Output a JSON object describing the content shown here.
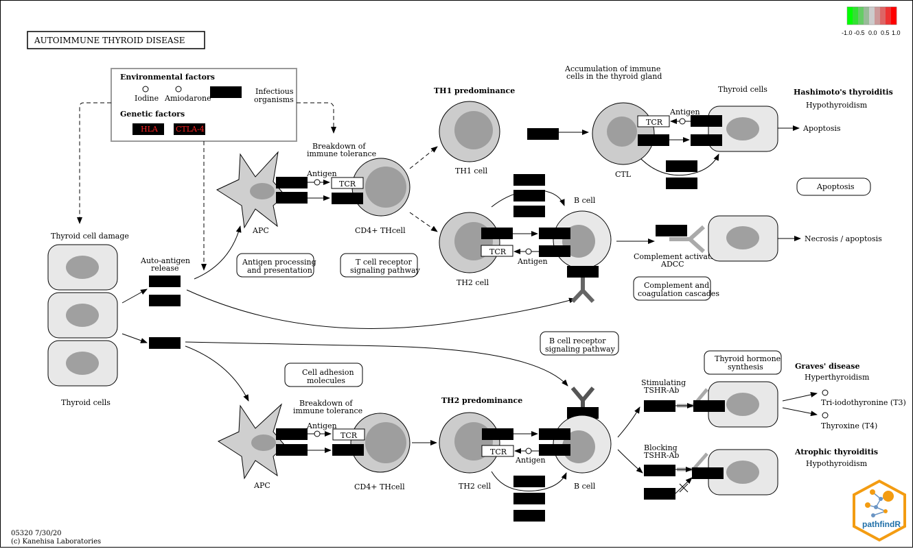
{
  "title": "AUTOIMMUNE THYROID DISEASE",
  "legend": {
    "ticks": [
      "-1.0",
      "-0.5",
      "0.0",
      "0.5",
      "1.0"
    ],
    "colors": [
      "#00ff00",
      "#33e033",
      "#66cc66",
      "#99bb99",
      "#cccccc",
      "#cc9999",
      "#dd6666",
      "#ee3333",
      "#ff0000"
    ]
  },
  "env_box": {
    "env_header": "Environmental factors",
    "iodine": "Iodine",
    "amiodarone": "Amiodarone",
    "infectious_1": "Infectious",
    "infectious_2": "organisms",
    "genetic_header": "Genetic factors",
    "hla": "HLA",
    "ctla4": "CTLA-4"
  },
  "labels": {
    "breakdown1_1": "Breakdown of",
    "breakdown1_2": "immune tolerance",
    "antigen": "Antigen",
    "tcr": "TCR",
    "apc": "APC",
    "cd4_thcell": "CD4+ THcell",
    "th1_predominance": "TH1 predominance",
    "th1_cell": "TH1 cell",
    "th2_cell": "TH2 cell",
    "th2_predominance": "TH2 predominance",
    "accum_1": "Accumulation of immune",
    "accum_2": "cells in the thyroid gland",
    "thyroid_cells_top": "Thyroid cells",
    "ctl": "CTL",
    "b_cell": "B cell",
    "hashimoto": "Hashimoto's thyroiditis",
    "hypothyroidism": "Hypothyroidism",
    "apoptosis": "Apoptosis",
    "necrosis": "Necrosis / apoptosis",
    "complement_act_1": "Complement activation",
    "complement_act_2": "ADCC",
    "thyroid_cell_damage": "Thyroid cell damage",
    "thyroid_cells_left": "Thyroid cells",
    "auto_antigen_1": "Auto-antigen",
    "auto_antigen_2": "release",
    "graves": "Graves' disease",
    "hyperthyroidism": "Hyperthyroidism",
    "t3": "Tri-iodothyronine (T3)",
    "t4": "Thyroxine (T4)",
    "atrophic": "Atrophic thyroiditis",
    "hypothyroidism2": "Hypothyroidism",
    "stim_1": "Stimulating",
    "stim_2": "TSHR-Ab",
    "block_1": "Blocking",
    "block_2": "TSHR-Ab",
    "footer_1": "05320 7/30/20",
    "footer_2": "(c) Kanehisa Laboratories",
    "pathfindr": "pathfindR"
  },
  "pathways": {
    "antigen_proc_1": "Antigen processing",
    "antigen_proc_2": "and presentation",
    "tcr_path_1": "T cell receptor",
    "tcr_path_2": "signaling pathway",
    "apoptosis_path": "Apoptosis",
    "complement_1": "Complement and",
    "complement_2": "coagulation cascades",
    "bcr_1": "B cell receptor",
    "bcr_2": "signaling pathway",
    "adhesion_1": "Cell adhesion",
    "adhesion_2": "molecules",
    "thyroid_hormone_1": "Thyroid hormone",
    "thyroid_hormone_2": "synthesis"
  }
}
